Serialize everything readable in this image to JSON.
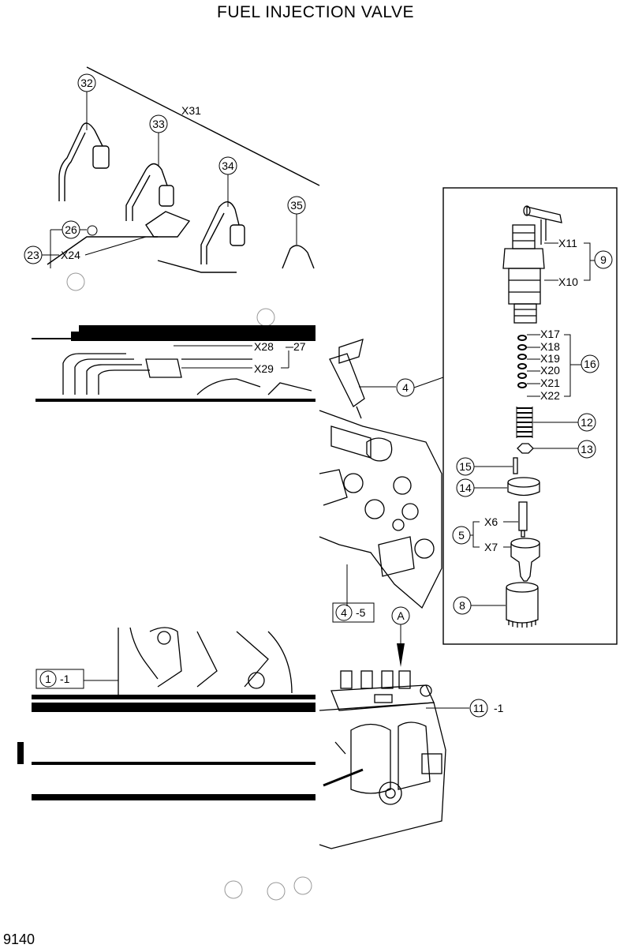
{
  "title": "FUEL INJECTION VALVE",
  "page_number": "9140",
  "callouts": {
    "c32": "32",
    "c33": "33",
    "c34": "34",
    "c35": "35",
    "x31": "X31",
    "c26": "26",
    "c23": "23",
    "x24": "X24",
    "x28": "X28",
    "c27": "27",
    "x29": "X29",
    "c4": "4",
    "c4_5a": "4",
    "c4_5b": "-5",
    "x11": "X11",
    "x10": "X10",
    "c9": "9",
    "x17": "X17",
    "x18": "X18",
    "x19": "X19",
    "x20": "X20",
    "x21": "X21",
    "x22": "X22",
    "c16": "16",
    "c12": "12",
    "c13": "13",
    "c15": "15",
    "c14": "14",
    "c5": "5",
    "x6": "X6",
    "x7": "X7",
    "c8": "8",
    "cA": "A",
    "c1_1a": "1",
    "c1_1b": "-1",
    "c11_1a": "11",
    "c11_1b": "-1"
  }
}
